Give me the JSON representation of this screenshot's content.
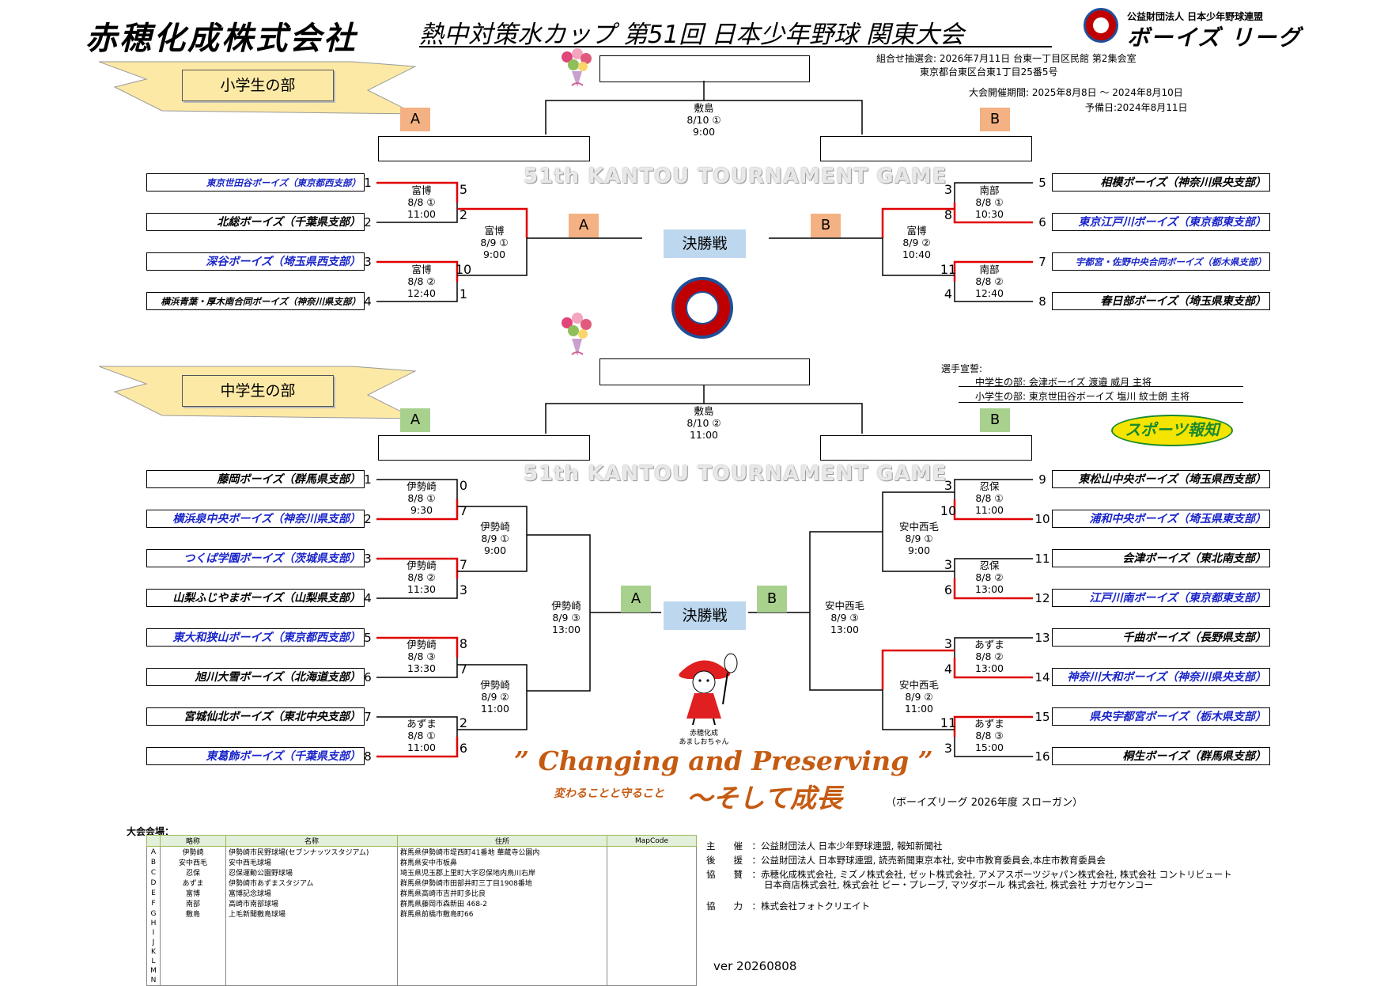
{
  "header": {
    "company": "赤穂化成株式会社",
    "title": "熱中対策水カップ 第51回 日本少年野球 関東大会",
    "org_small": "公益財団法人 日本少年野球連盟",
    "org_big": "ボーイズ リーグ",
    "draw1": "組合せ抽選会:  2026年7月11日  台東一丁目区民館  第2集会室",
    "draw2": "東京都台東区台東1丁目25番5号",
    "period": "大会開催期間:  2025年8月8日  ～  2024年8月10日",
    "reserve": "予備日:2024年8月11日"
  },
  "watermark": "51th KANTOU TOURNAMENT GAME",
  "elementary": {
    "banner": "小学生の部",
    "tag_a": "A",
    "tag_b": "B",
    "final_label": "決勝戦",
    "final_venue": "敷島",
    "final_date": "8/10 ①",
    "final_time": "9:00",
    "teams": [
      {
        "seed": "1",
        "name": "東京世田谷ボーイズ（東京都西支部）",
        "color": "#1a25c8",
        "small": true
      },
      {
        "seed": "2",
        "name": "北総ボーイズ（千葉県支部）",
        "color": "#000000",
        "small": false
      },
      {
        "seed": "3",
        "name": "深谷ボーイズ（埼玉県西支部）",
        "color": "#1a25c8",
        "small": false
      },
      {
        "seed": "4",
        "name": "横浜青葉・厚木南合同ボーイズ（神奈川県支部）",
        "color": "#000000",
        "small": true
      },
      {
        "seed": "5",
        "name": "相模ボーイズ（神奈川県央支部）",
        "color": "#000000",
        "small": false
      },
      {
        "seed": "6",
        "name": "東京江戸川ボーイズ（東京都東支部）",
        "color": "#1a25c8",
        "small": false
      },
      {
        "seed": "7",
        "name": "宇都宮・佐野中央合同ボーイズ（栃木県支部）",
        "color": "#1a25c8",
        "small": true
      },
      {
        "seed": "8",
        "name": "春日部ボーイズ（埼玉県東支部）",
        "color": "#000000",
        "small": false
      }
    ],
    "games": [
      {
        "venue": "富博",
        "date": "8/8 ①",
        "time": "11:00",
        "s1": "5",
        "s2": "2"
      },
      {
        "venue": "富博",
        "date": "8/8 ②",
        "time": "12:40",
        "s1": "10",
        "s2": "1"
      },
      {
        "venue": "南部",
        "date": "8/8 ①",
        "time": "10:30",
        "s1": "3",
        "s2": "8"
      },
      {
        "venue": "南部",
        "date": "8/8 ②",
        "time": "12:40",
        "s1": "11",
        "s2": "4"
      },
      {
        "venue": "富博",
        "date": "8/9 ①",
        "time": "9:00"
      },
      {
        "venue": "富博",
        "date": "8/9 ②",
        "time": "10:40"
      }
    ]
  },
  "junior": {
    "banner": "中学生の部",
    "tag_a": "A",
    "tag_b": "B",
    "final_label": "決勝戦",
    "final_venue": "敷島",
    "final_date": "8/10 ②",
    "final_time": "11:00",
    "teams": [
      {
        "seed": "1",
        "name": "藤岡ボーイズ（群馬県支部）",
        "color": "#000000"
      },
      {
        "seed": "2",
        "name": "横浜泉中央ボーイズ（神奈川県支部）",
        "color": "#1a25c8"
      },
      {
        "seed": "3",
        "name": "つくば学園ボーイズ（茨城県支部）",
        "color": "#1a25c8"
      },
      {
        "seed": "4",
        "name": "山梨ふじやまボーイズ（山梨県支部）",
        "color": "#000000"
      },
      {
        "seed": "5",
        "name": "東大和狭山ボーイズ（東京都西支部）",
        "color": "#1a25c8"
      },
      {
        "seed": "6",
        "name": "旭川大雪ボーイズ（北海道支部）",
        "color": "#000000"
      },
      {
        "seed": "7",
        "name": "宮城仙北ボーイズ（東北中央支部）",
        "color": "#000000"
      },
      {
        "seed": "8",
        "name": "東葛飾ボーイズ（千葉県支部）",
        "color": "#1a25c8"
      },
      {
        "seed": "9",
        "name": "東松山中央ボーイズ（埼玉県西支部）",
        "color": "#000000"
      },
      {
        "seed": "10",
        "name": "浦和中央ボーイズ（埼玉県東支部）",
        "color": "#1a25c8"
      },
      {
        "seed": "11",
        "name": "会津ボーイズ（東北南支部）",
        "color": "#000000"
      },
      {
        "seed": "12",
        "name": "江戸川南ボーイズ（東京都東支部）",
        "color": "#1a25c8"
      },
      {
        "seed": "13",
        "name": "千曲ボーイズ（長野県支部）",
        "color": "#000000"
      },
      {
        "seed": "14",
        "name": "神奈川大和ボーイズ（神奈川県央支部）",
        "color": "#1a25c8"
      },
      {
        "seed": "15",
        "name": "県央宇都宮ボーイズ（栃木県支部）",
        "color": "#1a25c8"
      },
      {
        "seed": "16",
        "name": "桐生ボーイズ（群馬県支部）",
        "color": "#000000"
      }
    ],
    "games": [
      {
        "venue": "伊勢崎",
        "date": "8/8 ①",
        "time": "9:30",
        "s1": "0",
        "s2": "7"
      },
      {
        "venue": "伊勢崎",
        "date": "8/8 ②",
        "time": "11:30",
        "s1": "7",
        "s2": "3"
      },
      {
        "venue": "伊勢崎",
        "date": "8/8 ③",
        "time": "13:30",
        "s1": "8",
        "s2": "7"
      },
      {
        "venue": "あずま",
        "date": "8/8 ①",
        "time": "11:00",
        "s1": "2",
        "s2": "6"
      },
      {
        "venue": "忍保",
        "date": "8/8 ①",
        "time": "11:00",
        "s1": "3",
        "s2": "10"
      },
      {
        "venue": "忍保",
        "date": "8/8 ②",
        "time": "13:00",
        "s1": "3",
        "s2": "6"
      },
      {
        "venue": "あずま",
        "date": "8/8 ②",
        "time": "13:00",
        "s1": "3",
        "s2": "4"
      },
      {
        "venue": "あずま",
        "date": "8/8 ③",
        "time": "15:00",
        "s1": "11",
        "s2": "3"
      },
      {
        "venue": "伊勢崎",
        "date": "8/9 ①",
        "time": "9:00"
      },
      {
        "venue": "伊勢崎",
        "date": "8/9 ②",
        "time": "11:00"
      },
      {
        "venue": "安中西毛",
        "date": "8/9 ①",
        "time": "9:00"
      },
      {
        "venue": "安中西毛",
        "date": "8/9 ②",
        "time": "11:00"
      },
      {
        "venue": "伊勢崎",
        "date": "8/9 ③",
        "time": "13:00"
      },
      {
        "venue": "安中西毛",
        "date": "8/9 ③",
        "time": "13:00"
      }
    ]
  },
  "oath": {
    "title": "選手宣誓:",
    "line1": "中学生の部:  会津ボーイズ   渡邉  威月 主将",
    "line2": "小学生の部:  東京世田谷ボーイズ   塩川  紋士朗 主将"
  },
  "logos": {
    "hochi": "スポーツ報知",
    "mascot1": "赤穂化成",
    "mascot2": "あましおちゃん"
  },
  "slogan": {
    "en": "” Changing and Preserving ”",
    "jp_small": "変わることと守ること",
    "jp_big": "～そして成長",
    "note": "（ボーイズリーグ   2026年度 スローガン）"
  },
  "venues": {
    "title": "大会会場：",
    "headers": [
      "",
      "略称",
      "名称",
      "住所",
      "MapCode"
    ],
    "rows": [
      [
        "A",
        "伊勢崎",
        "伊勢崎市民野球場(セブンナッツスタジアム)",
        "群馬県伊勢崎市堤西町41番地 華蔵寺公園内",
        ""
      ],
      [
        "B",
        "安中西毛",
        "安中西毛球場",
        "群馬県安中市板鼻",
        ""
      ],
      [
        "C",
        "忍保",
        "忍保運動公園野球場",
        "埼玉県児玉郡上里町大字忍保地内鳥川右岸",
        ""
      ],
      [
        "D",
        "あずま",
        "伊勢崎市あずまスタジアム",
        "群馬県伊勢崎市田部井町三丁目1908番地",
        ""
      ],
      [
        "E",
        "富博",
        "富博記念球場",
        "群馬県高崎市吉井町多比良",
        ""
      ],
      [
        "F",
        "南部",
        "高崎市南部球場",
        "群馬県藤岡市森新田 468-2",
        ""
      ],
      [
        "G",
        "敷島",
        "上毛新聞敷島球場",
        "群馬県前橋市敷島町66",
        ""
      ],
      [
        "H",
        "",
        "",
        "",
        ""
      ],
      [
        "I",
        "",
        "",
        "",
        ""
      ],
      [
        "J",
        "",
        "",
        "",
        ""
      ],
      [
        "K",
        "",
        "",
        "",
        ""
      ],
      [
        "L",
        "",
        "",
        "",
        ""
      ],
      [
        "M",
        "",
        "",
        "",
        ""
      ],
      [
        "N",
        "",
        "",
        "",
        ""
      ]
    ]
  },
  "credits": {
    "host_label": "主　　催　：",
    "host": "公益財団法人 日本少年野球連盟, 報知新聞社",
    "support_label": "後　　援　：",
    "support": "公益財団法人 日本野球連盟, 読売新聞東京本社, 安中市教育委員会,本庄市教育委員会",
    "sponsor_label": "協　　賛　：",
    "sponsor1": "赤穂化成株式会社, ミズノ株式会社, ゼット株式会社, アメアスポーツジャパン株式会社, 株式会社 コントリビュート",
    "sponsor2": "日本商店株式会社, 株式会社 ビー・プレーブ, マツダボール 株式会社, 株式会社 ナガセケンコー",
    "coop_label": "協　　力　：",
    "coop": "株式会社フォトクリエイト"
  },
  "version": "ver 20260808",
  "colors": {
    "winner_line": "#e00000",
    "loser_line": "#000000",
    "team_blue": "#1a25c8",
    "tag_orange": "#f4b183",
    "tag_green": "#a9d18e",
    "final_blue": "#bdd7ee",
    "banner_yellow": "#fde9a6",
    "slogan_orange": "#c55a11"
  }
}
